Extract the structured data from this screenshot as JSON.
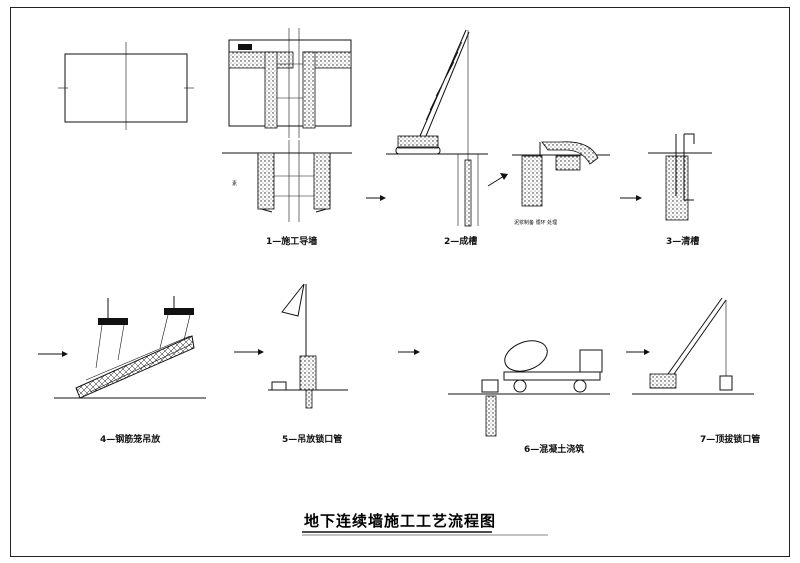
{
  "diagram": {
    "title": "地下连续墙施工工艺流程图",
    "steps": [
      {
        "label": "1—施工导墙"
      },
      {
        "label": "2—成槽"
      },
      {
        "label": "3—清槽"
      },
      {
        "label": "4—钢筋笼吊放"
      },
      {
        "label": "5—吊放锁口管"
      },
      {
        "label": "6—混凝土浇筑"
      },
      {
        "label": "7—顶拔锁口管"
      }
    ],
    "annotation": "泥浆制备 循环 处理"
  }
}
